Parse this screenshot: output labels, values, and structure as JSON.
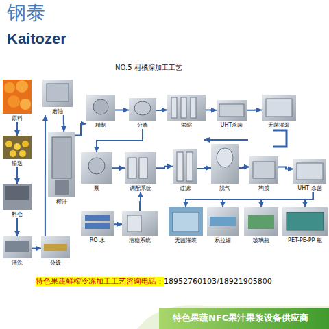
{
  "diagram": {
    "title": "NO.5 柑橘深加工工艺",
    "nodes": [
      {
        "text": [
          "原料"
        ]
      },
      {
        "text": [
          "磨油"
        ]
      },
      {
        "text": [
          "精制"
        ]
      },
      {
        "text": [
          "分离"
        ]
      },
      {
        "text": [
          "浓缩"
        ]
      },
      {
        "text": [
          "UHT杀菌"
        ]
      },
      {
        "text": [
          "无菌灌装"
        ]
      },
      {
        "text": [
          "输送"
        ]
      },
      {
        "text": [
          "榨汁"
        ]
      },
      {
        "text": [
          "泵"
        ]
      },
      {
        "text": [
          "调配系统"
        ]
      },
      {
        "text": [
          "过滤"
        ]
      },
      {
        "text": [
          "脱气"
        ]
      },
      {
        "text": [
          "均质"
        ]
      },
      {
        "text": [
          "UHT 杀菌"
        ]
      },
      {
        "text": [
          "料仓"
        ]
      },
      {
        "text": [
          "RO 水"
        ]
      },
      {
        "text": [
          "溶糖系统"
        ]
      },
      {
        "text": [
          "无菌灌装"
        ]
      },
      {
        "text": [
          "易拉罐"
        ]
      },
      {
        "text": [
          "玻璃瓶"
        ]
      },
      {
        "text": [
          "PET-PE-PP 瓶"
        ]
      },
      {
        "text": [
          "清洗"
        ]
      },
      {
        "text": [
          "分级"
        ]
      }
    ],
    "edges": [
      {
        "from": 0,
        "to": 7,
        "arrow": "to"
      },
      {
        "from": 7,
        "to": 15,
        "arrow": "to"
      },
      {
        "from": 15,
        "to": 22,
        "arrow": "to"
      },
      {
        "from": 22,
        "to": 23,
        "arrow": "to"
      },
      {
        "from": 23,
        "to": 1,
        "arrow": "to"
      },
      {
        "from": 1,
        "to": 8,
        "arrow": "to"
      },
      {
        "from": 8,
        "to": 2,
        "arrow": "to"
      },
      {
        "from": 2,
        "to": 3,
        "arrow": "to"
      },
      {
        "from": 3,
        "to": 4,
        "arrow": "to"
      },
      {
        "from": 4,
        "to": 5,
        "arrow": "to"
      },
      {
        "from": 5,
        "to": 6,
        "arrow": "to"
      },
      {
        "from": 3,
        "to": 9,
        "arrow": "to"
      },
      {
        "from": 9,
        "to": 10,
        "arrow": "to"
      },
      {
        "from": 10,
        "to": 11,
        "arrow": "to"
      },
      {
        "from": 11,
        "to": 12,
        "arrow": "to"
      },
      {
        "from": 12,
        "to": 13,
        "arrow": "to"
      },
      {
        "from": 13,
        "to": 14,
        "arrow": "to"
      },
      {
        "from": 17,
        "to": 10,
        "arrow": "to"
      },
      {
        "from": 16,
        "to": 17,
        "arrow": "to"
      },
      {
        "from": 14,
        "to": 18,
        "arrow": "to"
      },
      {
        "from": 14,
        "to": 19,
        "arrow": "to"
      },
      {
        "from": 14,
        "to": 20,
        "arrow": "to"
      },
      {
        "from": 14,
        "to": 21,
        "arrow": "to"
      }
    ],
    "labels": [
      "钢泰",
      "Kaitozer",
      "特色果蔬鲜榨冷冻加工工艺咨询电话：",
      "18952760103/18921905800",
      "特色果蔬NFC果汁果浆设备供应商"
    ]
  }
}
